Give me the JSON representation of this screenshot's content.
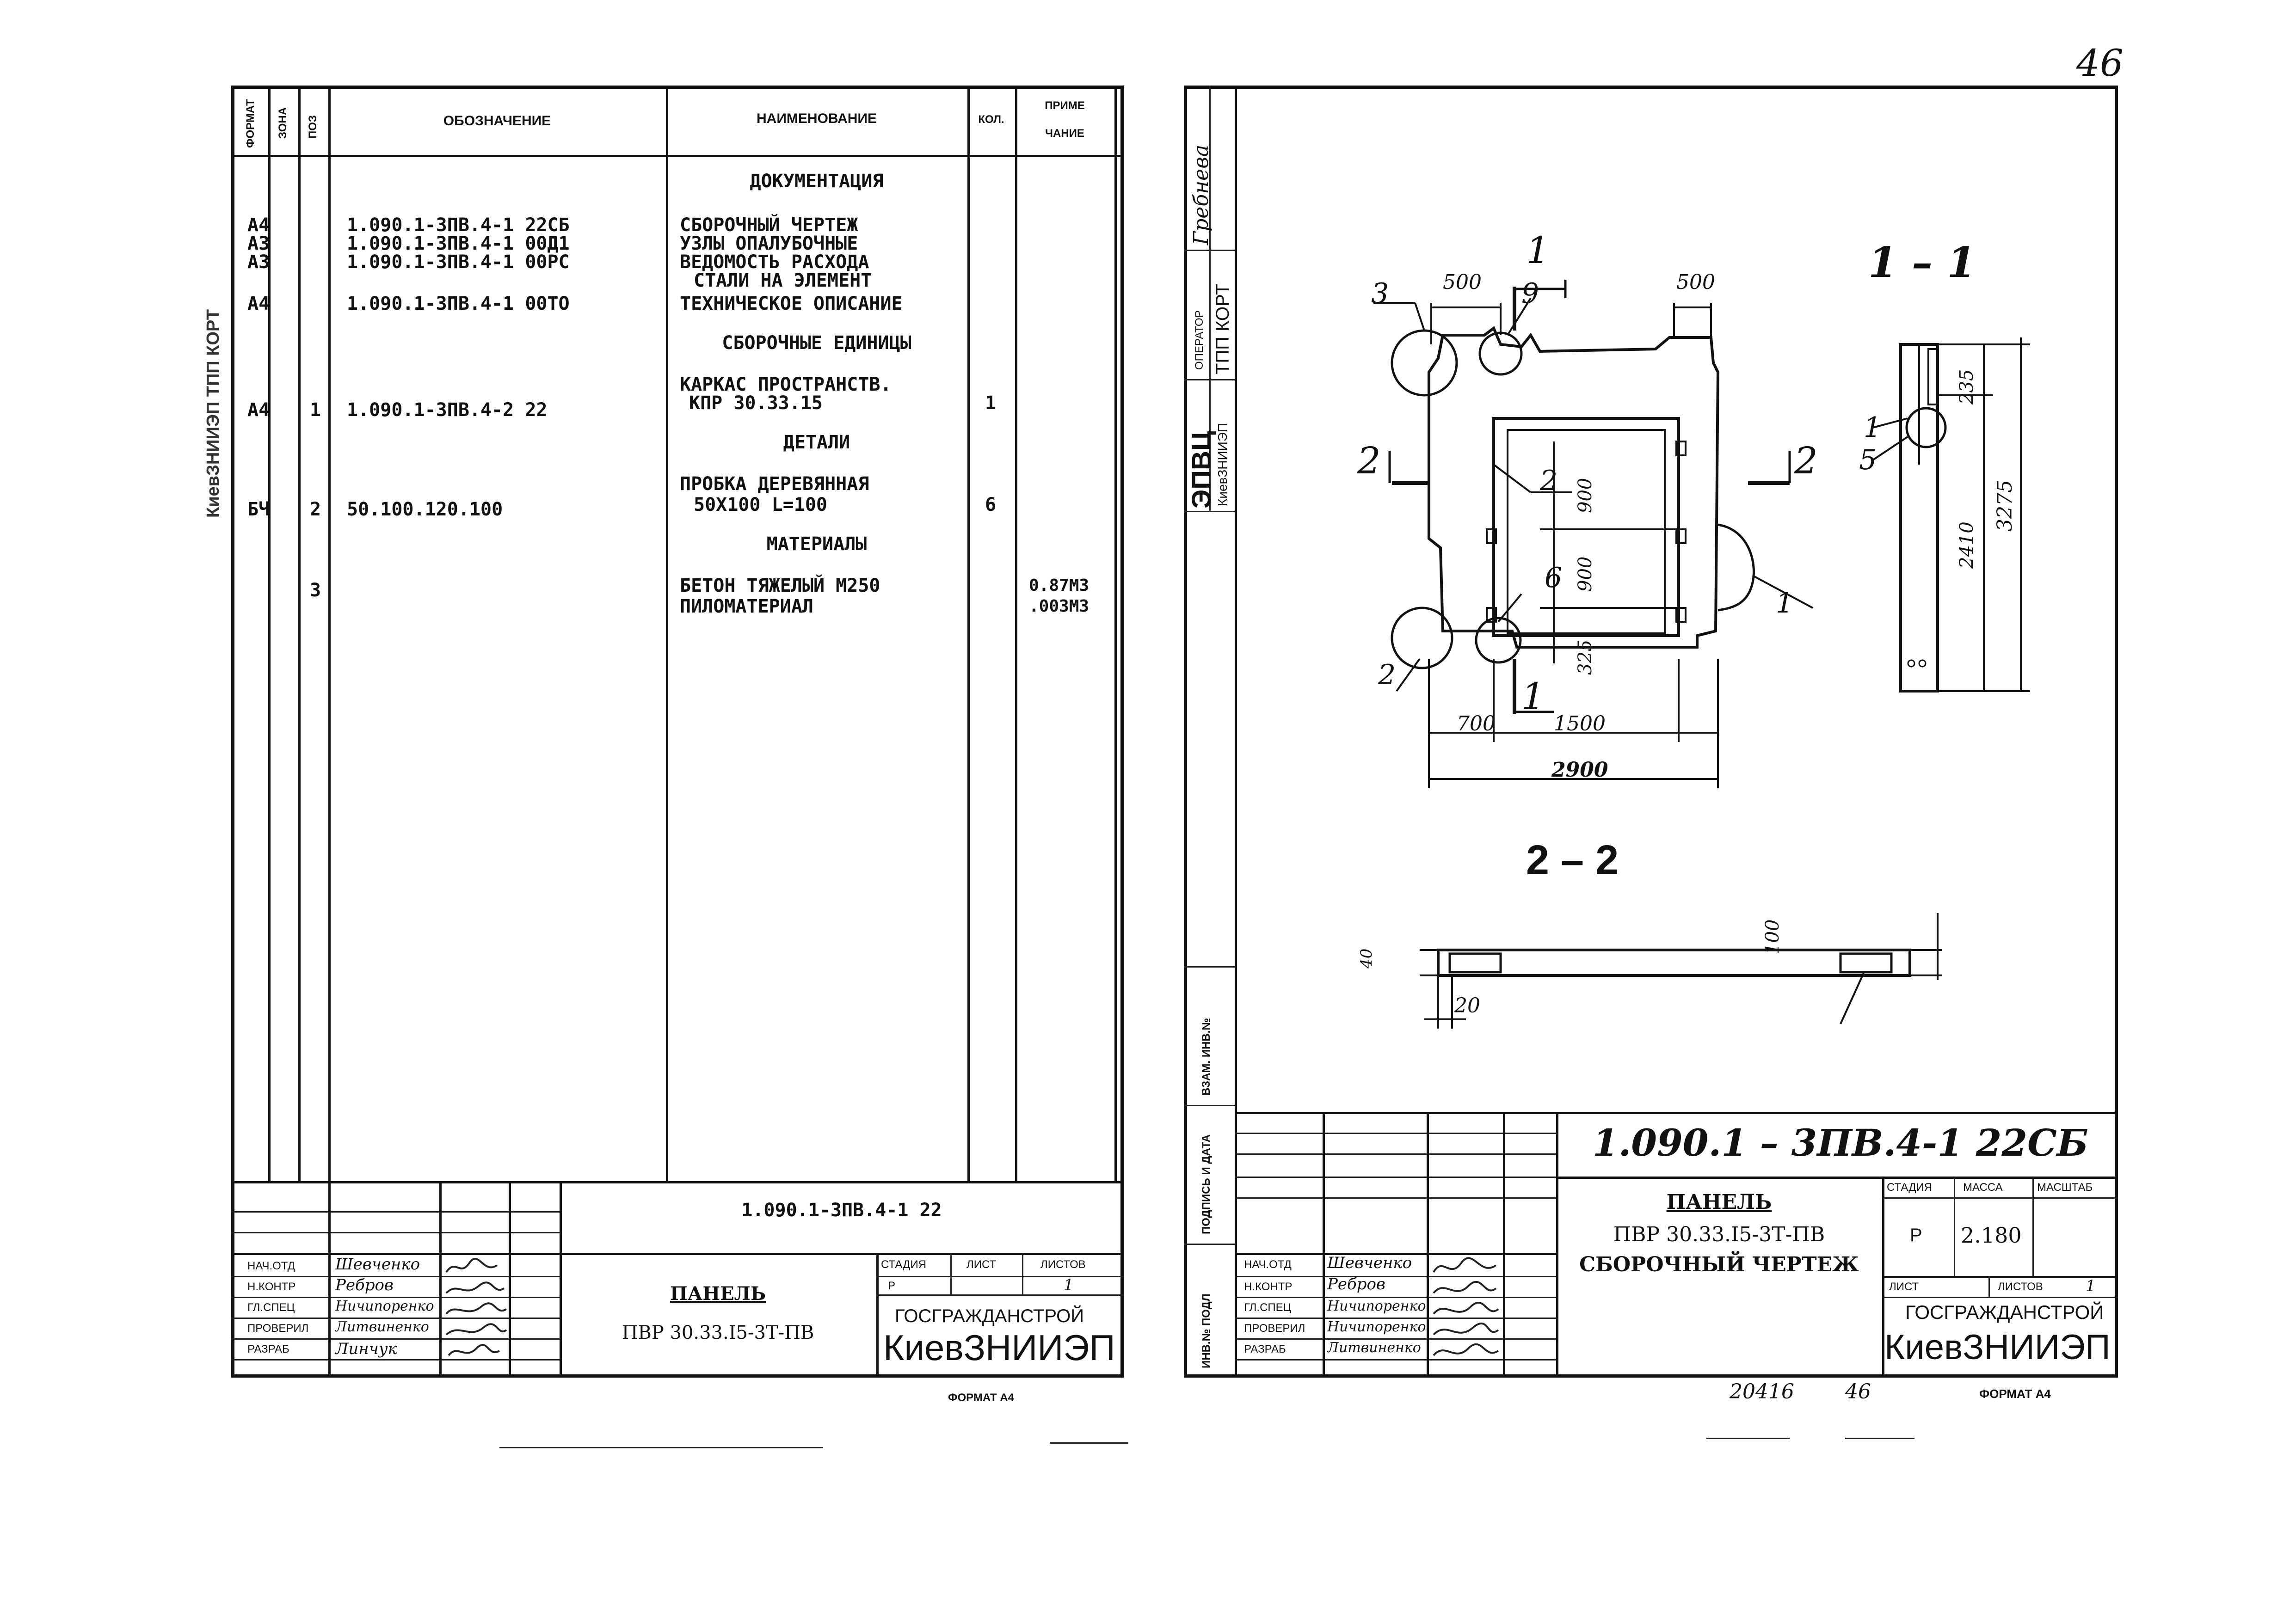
{
  "page_number": "46",
  "left_sheet": {
    "headers": {
      "format": "ФОРМАТ",
      "zone": "ЗОНА",
      "pos": "ПОЗ",
      "designation": "ОБОЗНАЧЕНИЕ",
      "name": "НАИМЕНОВАНИЕ",
      "qty": "КОЛ.",
      "note_1": "ПРИМЕ",
      "note_2": "ЧАНИЕ"
    },
    "margin_stamp": "КиевЗНИИЭП ТПП КОРТ",
    "sections": {
      "documentation": "ДОКУМЕНТАЦИЯ",
      "assembly_units": "СБОРОЧНЫЕ ЕДИНИЦЫ",
      "details": "ДЕТАЛИ",
      "materials": "МАТЕРИАЛЫ"
    },
    "rows": [
      {
        "format": "А4",
        "pos": "",
        "designation": "1.090.1-3ПВ.4-1 22СБ",
        "name": "СБОРОЧНЫЙ ЧЕРТЕЖ",
        "qty": "",
        "note": ""
      },
      {
        "format": "А3",
        "pos": "",
        "designation": "1.090.1-3ПВ.4-1 00Д1",
        "name": "УЗЛЫ ОПАЛУБОЧНЫЕ",
        "qty": "",
        "note": ""
      },
      {
        "format": "А3",
        "pos": "",
        "designation": "1.090.1-3ПВ.4-1 00РС",
        "name": "ВЕДОМОСТЬ РАСХОДА",
        "qty": "",
        "note": ""
      },
      {
        "format": "",
        "pos": "",
        "designation": "",
        "name": "СТАЛИ НА ЭЛЕМЕНТ",
        "qty": "",
        "note": ""
      },
      {
        "format": "А4",
        "pos": "",
        "designation": "1.090.1-3ПВ.4-1 00ТО",
        "name": "ТЕХНИЧЕСКОЕ ОПИСАНИЕ",
        "qty": "",
        "note": ""
      },
      {
        "format": "",
        "pos": "",
        "designation": "",
        "name": "КАРКАС ПРОСТРАНСТВ.",
        "qty": "",
        "note": ""
      },
      {
        "format": "А4",
        "pos": "1",
        "designation": "1.090.1-3ПВ.4-2 22",
        "name": "КПР 30.33.15",
        "qty": "1",
        "note": ""
      },
      {
        "format": "",
        "pos": "",
        "designation": "",
        "name": "ПРОБКА ДЕРЕВЯННАЯ",
        "qty": "",
        "note": ""
      },
      {
        "format": "БЧ",
        "pos": "2",
        "designation": "50.100.120.100",
        "name": "50Х100 L=100",
        "qty": "6",
        "note": ""
      },
      {
        "format": "",
        "pos": "3",
        "designation": "",
        "name": "БЕТОН ТЯЖЕЛЫЙ М250",
        "qty": "",
        "note": "0.87М3"
      },
      {
        "format": "",
        "pos": "",
        "designation": "",
        "name": "ПИЛОМАТЕРИАЛ",
        "qty": "",
        "note": ".003М3"
      }
    ],
    "title_block": {
      "code": "1.090.1-3ПВ.4-1 22",
      "title": "ПАНЕЛЬ",
      "subtitle": "ПВР 30.33.I5-3Т-ПВ",
      "stage_label": "СТАДИЯ",
      "sheet_label": "ЛИСТ",
      "sheets_label": "ЛИСТОВ",
      "stage": "Р",
      "sheets": "1",
      "org_1": "ГОСГРАЖДАНСТРОЙ",
      "org_2": "КиевЗНИИЭП",
      "roles": [
        "НАЧ.ОТД",
        "Н.КОНТР",
        "ГЛ.СПЕЦ",
        "ПРОВЕРИЛ",
        "РАЗРАБ"
      ],
      "names": [
        "Шевченко",
        "Ребров",
        "Ничипоренко",
        "Литвиненко",
        "Линчук"
      ]
    },
    "format_note": "ФОРМАТ А4"
  },
  "right_sheet": {
    "margin_labels": [
      "ЭПВЦ",
      "КиевЗНИИЭП",
      "ОПЕРАТОР",
      "ТПП КОРТ",
      "Гребнева",
      "ИНВ.№ ПОДЛ",
      "ПОДПИСЬ И ДАТА",
      "ВЗАМ. ИНВ.№"
    ],
    "drawing": {
      "section_1_title": "1 – 1",
      "section_2_title": "2 – 2",
      "dims": [
        "500",
        "500",
        "900",
        "900",
        "325",
        "700",
        "1500",
        "2900",
        "235",
        "2410",
        "3275",
        "100",
        "40",
        "20"
      ],
      "callouts": [
        "1",
        "1",
        "2",
        "2",
        "2",
        "2",
        "3",
        "5",
        "6",
        "9",
        "1",
        "1"
      ]
    },
    "title_block": {
      "code": "1.090.1 – 3ПВ.4-1 22СБ",
      "title": "ПАНЕЛЬ",
      "subtitle": "ПВР 30.33.I5-3Т-ПВ",
      "doc_type": "СБОРОЧНЫЙ ЧЕРТЕЖ",
      "stage_label": "СТАДИЯ",
      "mass_label": "МАССА",
      "scale_label": "МАСШТАБ",
      "stage": "Р",
      "mass": "2.180",
      "sheet_label": "ЛИСТ",
      "sheets_label": "ЛИСТОВ",
      "sheets": "1",
      "org_1": "ГОСГРАЖДАНСТРОЙ",
      "org_2": "КиевЗНИИЭП",
      "roles": [
        "НАЧ.ОТД",
        "Н.КОНТР",
        "ГЛ.СПЕЦ",
        "ПРОВЕРИЛ",
        "РАЗРАБ"
      ],
      "names": [
        "Шевченко",
        "Ребров",
        "Ничипоренко",
        "Ничипоренко",
        "Литвиненко"
      ]
    },
    "footer_number": "20416",
    "footer_page": "46",
    "format_note": "ФОРМАТ А4"
  }
}
